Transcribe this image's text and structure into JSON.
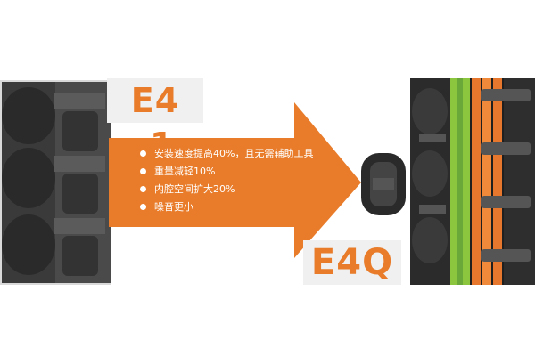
{
  "product_old": {
    "label": "E4 .1"
  },
  "product_new": {
    "label": "E4Q"
  },
  "features": [
    {
      "text": "安装速度提高40%，且无需辅助工具"
    },
    {
      "text": "重量减轻10%"
    },
    {
      "text": "内腔空间扩大20%"
    },
    {
      "text": "噪音更小"
    }
  ],
  "colors": {
    "accent": "#e87c2a",
    "chain_dark": "#2b2b2b",
    "cable_green": "#8cc63f",
    "cable_orange": "#e8772e"
  }
}
